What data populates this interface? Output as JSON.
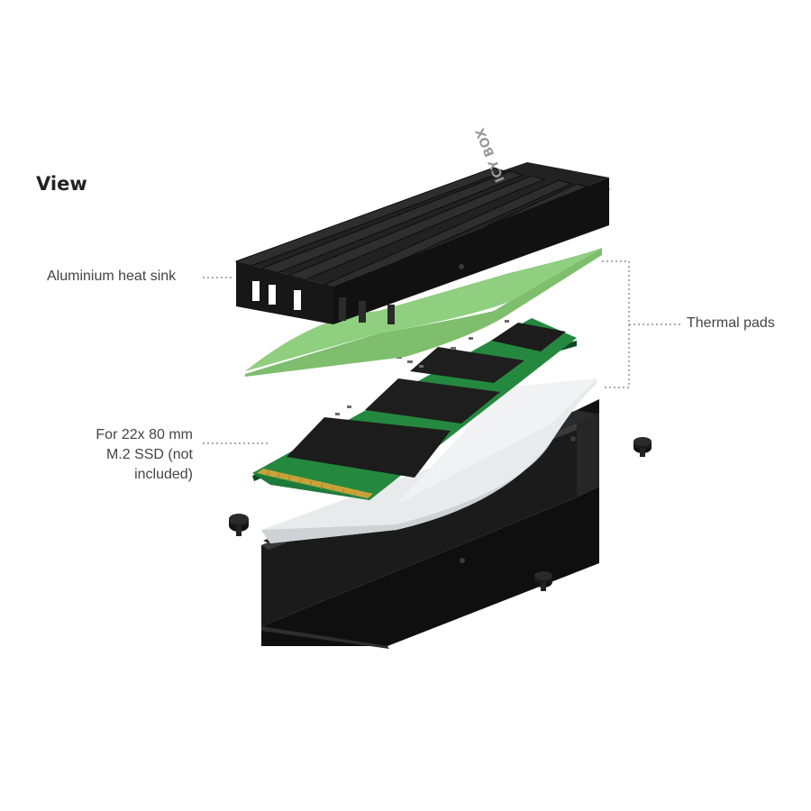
{
  "title": "View",
  "labels": {
    "heat_sink": "Aluminium heat sink",
    "thermal_pads": "Thermal pads",
    "ssd_line1": "For 22x 80 mm",
    "ssd_line2": "M.2 SSD (not included)"
  },
  "brand_marking": "ICY BOX",
  "colors": {
    "heatsink": "#1a1a1a",
    "thermal_pad_green": "#8fcf7f",
    "thermal_pad_white": "#e9eaec",
    "pcb": "#1f7a3a",
    "gold_contacts": "#c9a23a",
    "chip": "#1c1c1c"
  },
  "components": [
    {
      "name": "heat-sink",
      "icon": "heatsink-icon"
    },
    {
      "name": "thermal-pad-top",
      "icon": "thermal-pad-icon"
    },
    {
      "name": "ssd",
      "icon": "ssd-icon"
    },
    {
      "name": "thermal-pad-bottom",
      "icon": "thermal-pad-icon"
    },
    {
      "name": "base-tray",
      "icon": "tray-icon"
    },
    {
      "name": "screws",
      "icon": "screw-icon"
    }
  ]
}
